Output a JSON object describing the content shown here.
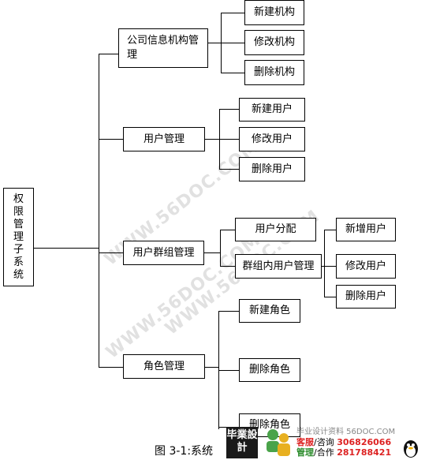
{
  "root": {
    "chars": [
      "权",
      "限",
      "管",
      "理",
      "子",
      "系",
      "统"
    ]
  },
  "branches": {
    "company": {
      "label": "公司信息机构管理",
      "children": [
        "新建机构",
        "修改机构",
        "删除机构"
      ]
    },
    "user": {
      "label": "用户管理",
      "children": [
        "新建用户",
        "修改用户",
        "删除用户"
      ]
    },
    "group": {
      "label": "用户群组管理",
      "children": [
        "用户分配",
        "群组内用户管理"
      ],
      "sub": [
        "新增用户",
        "修改用户",
        "删除用户"
      ]
    },
    "role": {
      "label": "角色管理",
      "children": [
        "新建角色",
        "删除角色",
        "删除角色"
      ]
    }
  },
  "watermarks": [
    "WWW.56DOC.COM",
    "WWW.56DOC.COM",
    "WWW.56DOC.COM"
  ],
  "caption": "图 3-1:系统",
  "ad": {
    "logo_text": "毕業設計",
    "site": "毕业设计资料 56DOC.COM",
    "line1_a": "客服",
    "line1_b": "/咨询",
    "line1_num": "306826066",
    "line2_a": "管理",
    "line2_b": "/合作",
    "line2_num": "281788421"
  }
}
